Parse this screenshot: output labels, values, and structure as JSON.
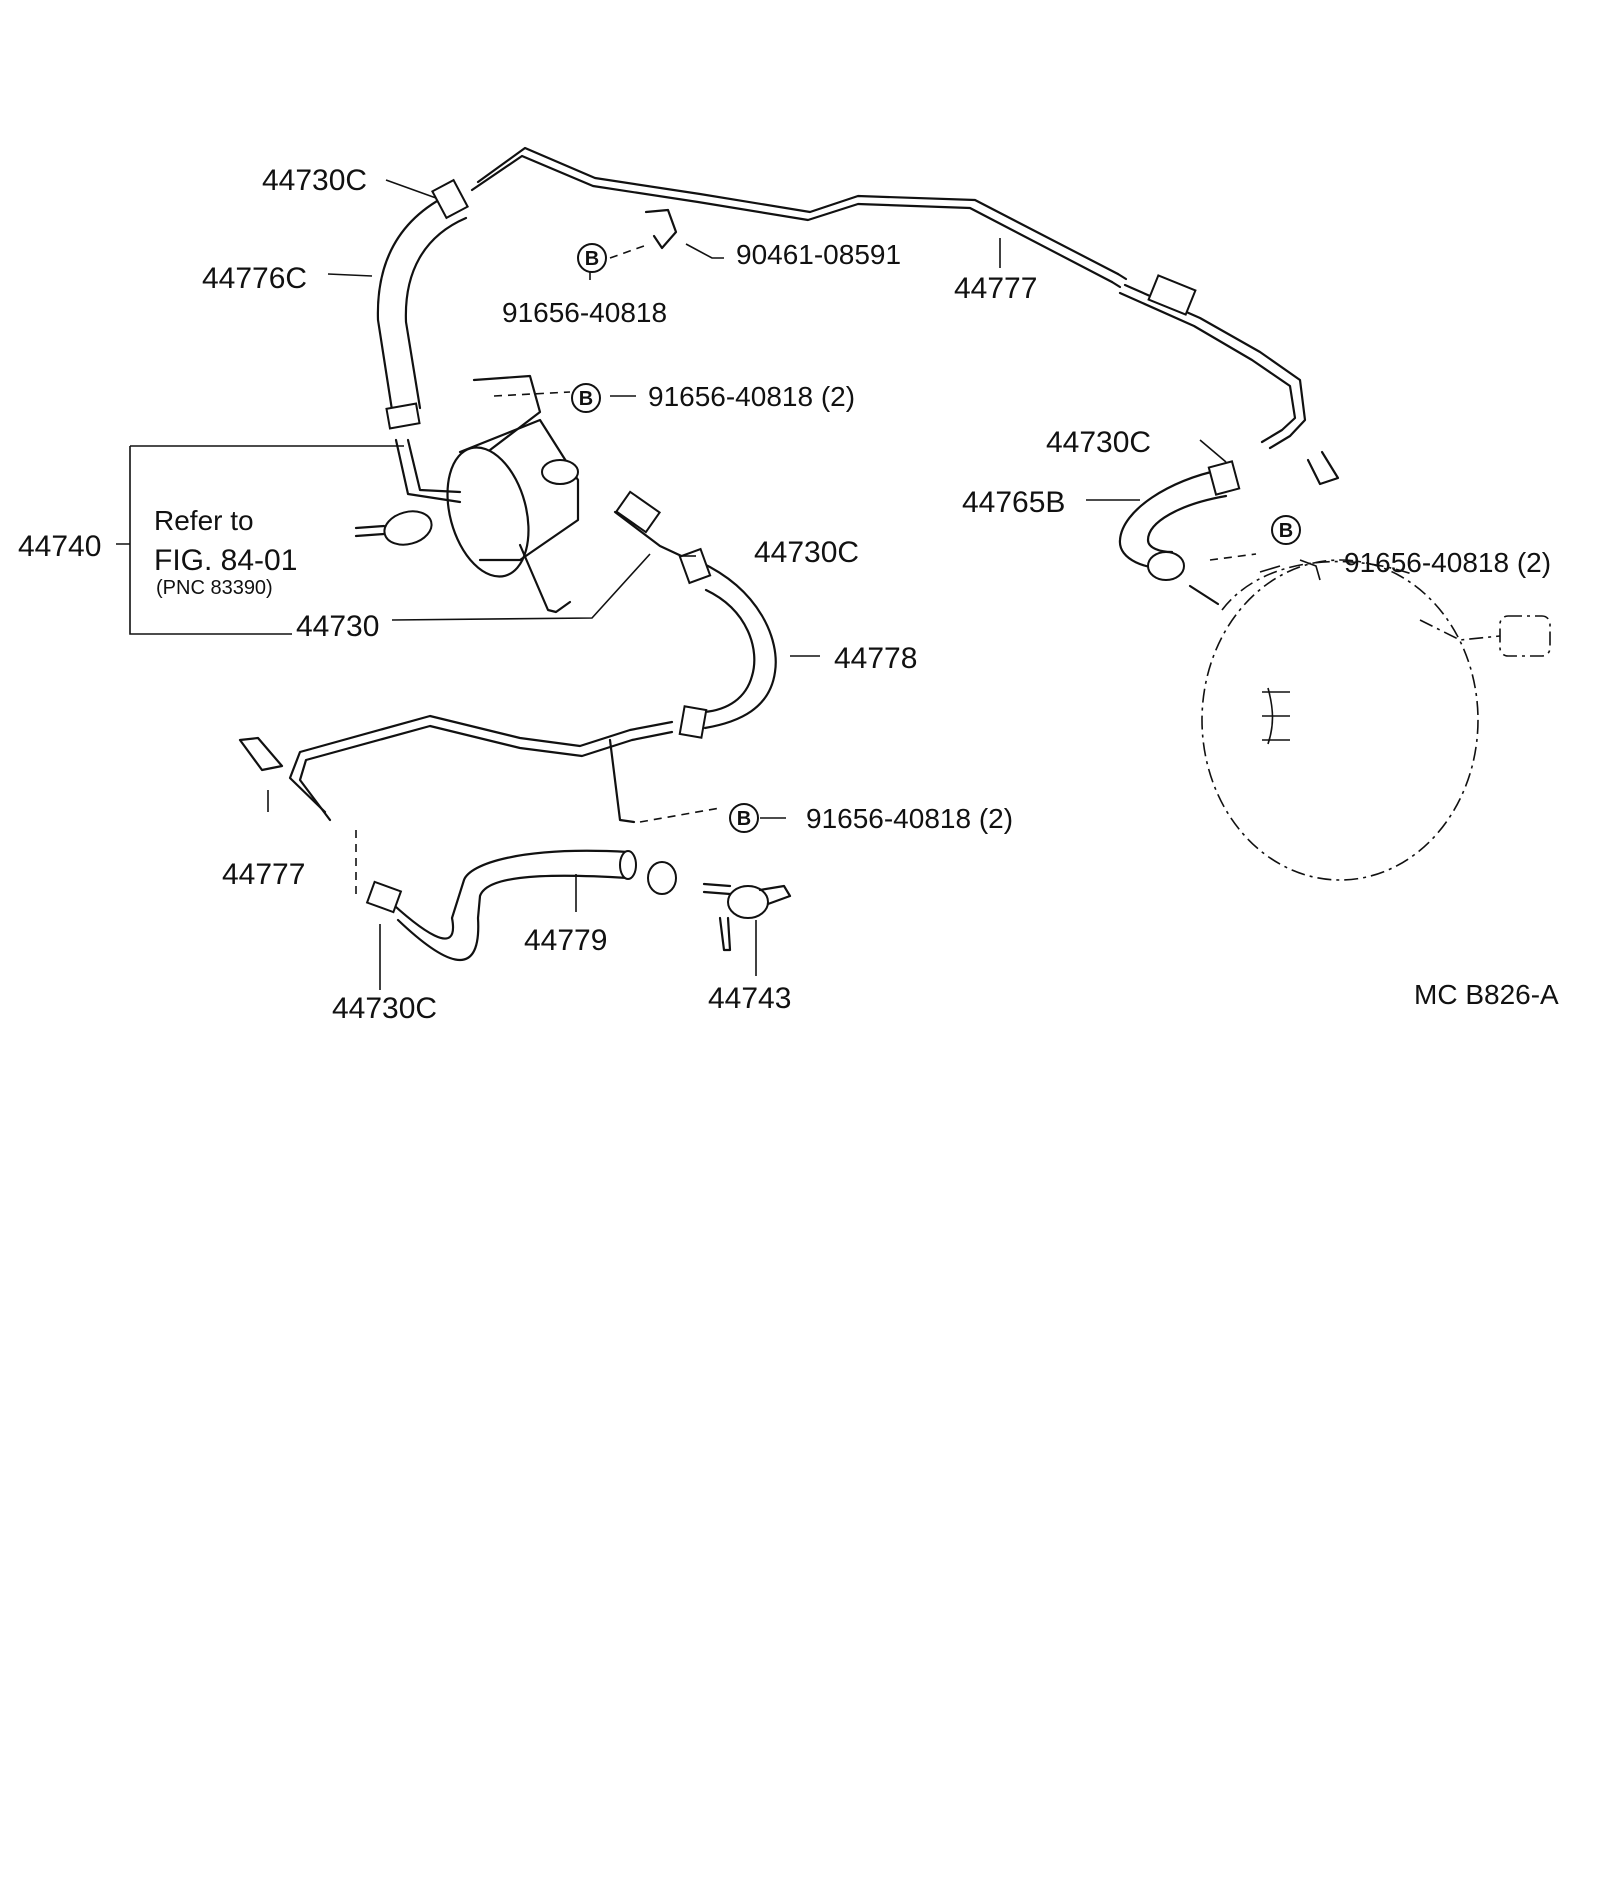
{
  "labels": {
    "l1": "44730C",
    "l2": "44776C",
    "l3": "90461-08591",
    "l4": "91656-40818",
    "l5": "44777",
    "l6": "91656-40818 (2)",
    "l7": "44730C",
    "l8": "44765B",
    "l9": "44740",
    "l10": "Refer to",
    "l11": "FIG. 84-01",
    "l12": "(PNC 83390)",
    "l13": "44730C",
    "l14": "91656-40818 (2)",
    "l15": "44730",
    "l16": "44778",
    "l17": "91656-40818 (2)",
    "l18": "44777",
    "l19": "44779",
    "l20": "44730C",
    "l21": "44743",
    "l22": "MC  B826-A"
  },
  "bolt_marker": "B"
}
